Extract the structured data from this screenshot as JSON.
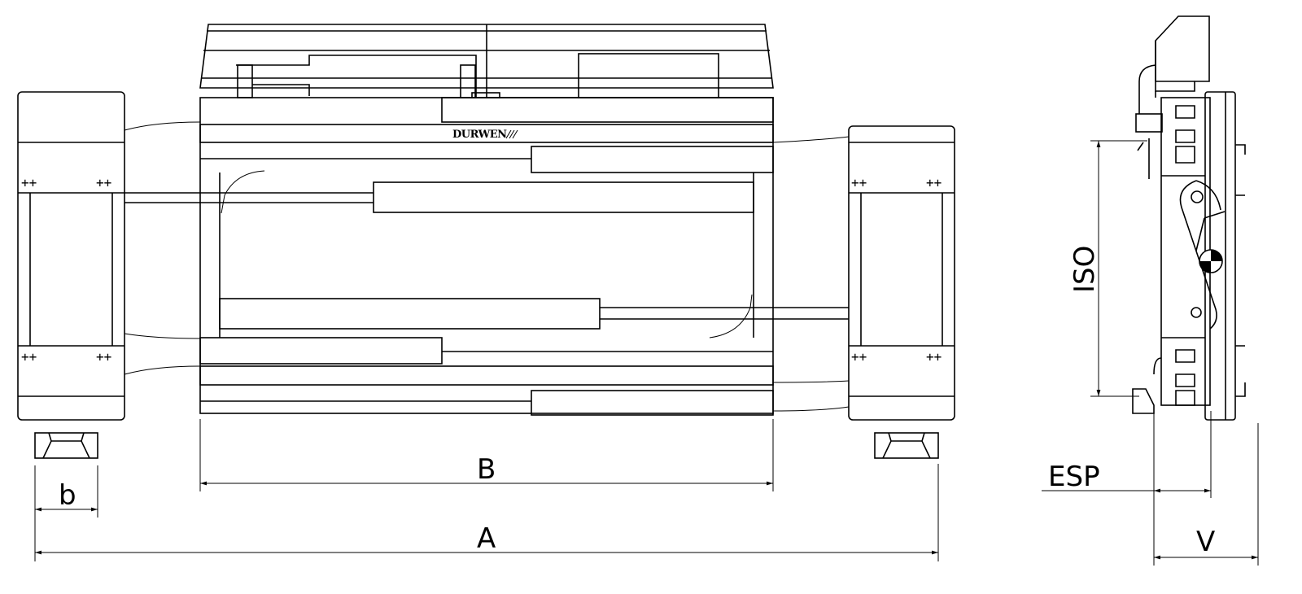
{
  "drawing": {
    "logo_text": "DURWEN",
    "dimensions": {
      "A": "A",
      "B": "B",
      "b": "b",
      "ISO": "ISO",
      "ESP": "ESP",
      "V": "V"
    },
    "marker": "++"
  }
}
